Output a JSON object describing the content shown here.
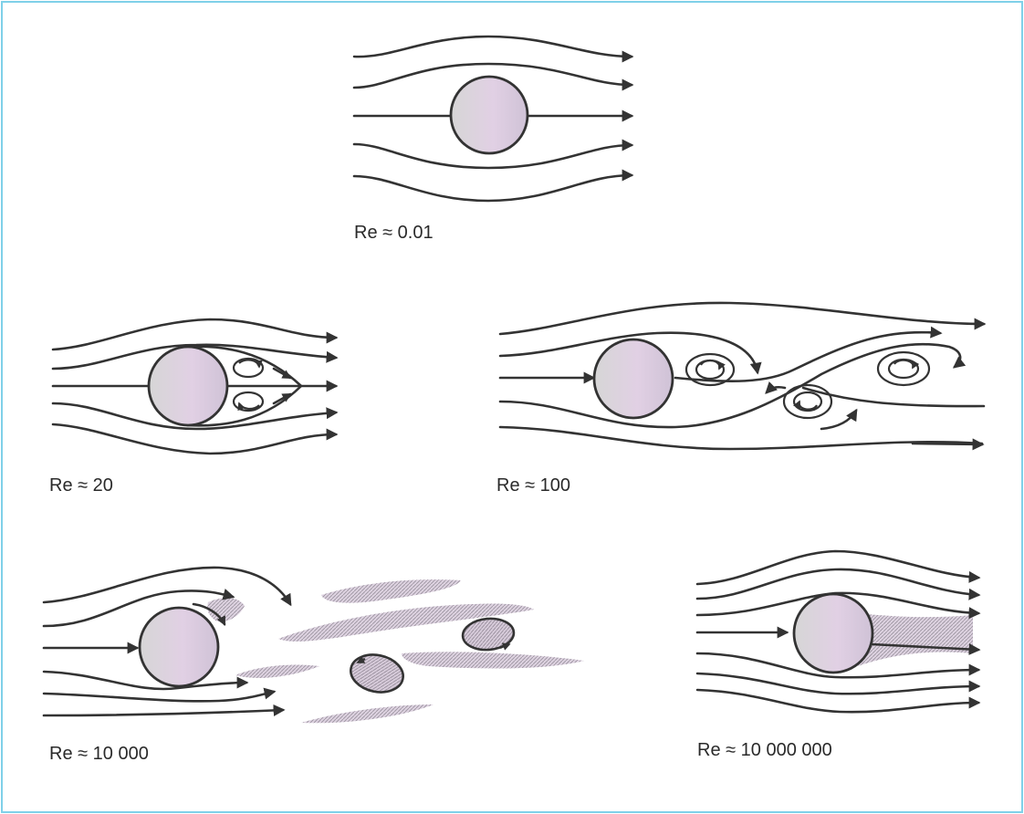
{
  "panels": [
    {
      "id": "panel-re-0-01",
      "label": "Re ≈ 0.01"
    },
    {
      "id": "panel-re-20",
      "label": "Re ≈ 20"
    },
    {
      "id": "panel-re-100",
      "label": "Re ≈ 100"
    },
    {
      "id": "panel-re-10000",
      "label": "Re ≈ 10 000"
    },
    {
      "id": "panel-re-10000000",
      "label": "Re ≈ 10 000 000"
    }
  ],
  "colors": {
    "frame_border": "#7fd0e8",
    "stroke": "#333333",
    "cylinder_light": "#d9d9d9",
    "cylinder_tint": "#d8c4dc",
    "turbulence": "#c9b9cf"
  }
}
